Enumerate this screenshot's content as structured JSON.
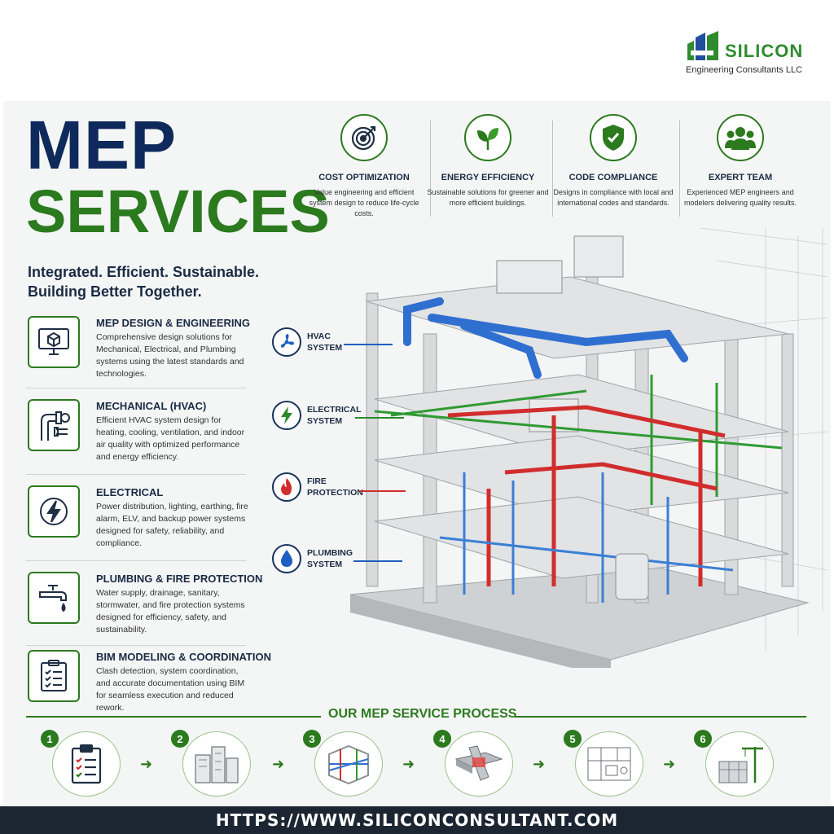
{
  "logo": {
    "name": "SILICON",
    "subtitle": "Engineering Consultants LLC",
    "colors": {
      "green": "#2e8b2e",
      "blue": "#1f4e9c"
    }
  },
  "hero": {
    "title_line1": "MEP",
    "title_line2": "SERVICES",
    "tagline_line1": "Integrated. Efficient. Sustainable.",
    "tagline_line2": "Building Better Together."
  },
  "services": [
    {
      "icon": "monitor-cube-icon",
      "title": "MEP DESIGN & ENGINEERING",
      "desc": "Comprehensive design solutions for Mechanical, Electrical, and Plumbing systems using the latest standards and technologies."
    },
    {
      "icon": "pipes-icon",
      "title": "MECHANICAL (HVAC)",
      "desc": "Efficient HVAC system design for heating, cooling, ventilation, and indoor air quality with optimized performance and energy efficiency."
    },
    {
      "icon": "lightning-icon",
      "title": "ELECTRICAL",
      "desc": "Power distribution, lighting, earthing, fire alarm, ELV, and backup power systems designed for safety, reliability, and compliance."
    },
    {
      "icon": "faucet-icon",
      "title": "PLUMBING & FIRE PROTECTION",
      "desc": "Water supply, drainage, sanitary, stormwater, and fire protection systems designed for efficiency, safety, and sustainability."
    },
    {
      "icon": "clipboard-checklist-icon",
      "title": "BIM MODELING & COORDINATION",
      "desc": "Clash detection, system coordination, and accurate documentation using BIM for seamless execution and reduced rework."
    }
  ],
  "features": [
    {
      "icon": "target-icon",
      "title": "COST OPTIMIZATION",
      "desc": "Value engineering and efficient system design to reduce life-cycle costs."
    },
    {
      "icon": "leaf-icon",
      "title": "ENERGY EFFICIENCY",
      "desc": "Sustainable solutions for greener and more efficient buildings."
    },
    {
      "icon": "shield-check-icon",
      "title": "CODE COMPLIANCE",
      "desc": "Designs in compliance with local and international codes and standards."
    },
    {
      "icon": "team-icon",
      "title": "EXPERT TEAM",
      "desc": "Experienced MEP engineers and modelers delivering quality results."
    }
  ],
  "systems": [
    {
      "icon": "fan-icon",
      "label_line1": "HVAC",
      "label_line2": "SYSTEM",
      "color": "#1f5fbf"
    },
    {
      "icon": "bolt-icon",
      "label_line1": "ELECTRICAL",
      "label_line2": "SYSTEM",
      "color": "#2b8a2b"
    },
    {
      "icon": "flame-icon",
      "label_line1": "FIRE",
      "label_line2": "PROTECTION",
      "color": "#d12d2d"
    },
    {
      "icon": "water-drop-icon",
      "label_line1": "PLUMBING",
      "label_line2": "SYSTEM",
      "color": "#1f5fbf"
    }
  ],
  "process": {
    "title": "OUR MEP SERVICE PROCESS",
    "steps": [
      {
        "number": "1",
        "icon": "clipboard-icon"
      },
      {
        "number": "2",
        "icon": "buildings-icon"
      },
      {
        "number": "3",
        "icon": "bim-model-icon"
      },
      {
        "number": "4",
        "icon": "clash-detection-icon"
      },
      {
        "number": "5",
        "icon": "blueprint-icon"
      },
      {
        "number": "6",
        "icon": "construction-crane-icon"
      }
    ],
    "arrow_glyph": "➜"
  },
  "footer": {
    "url": "HTTPS://WWW.SILICONCONSULTANT.COM"
  }
}
